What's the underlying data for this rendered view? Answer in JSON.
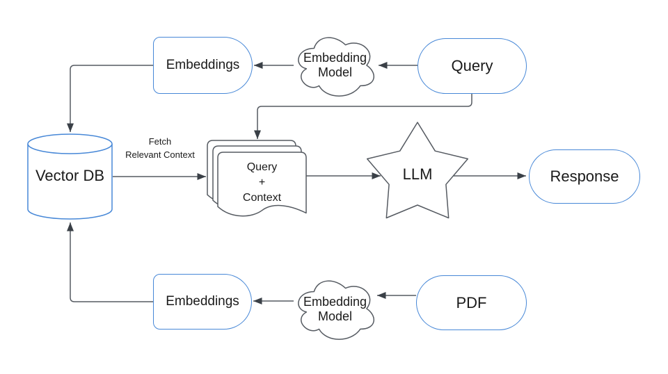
{
  "colors": {
    "node_stroke_blue": "#4687d7",
    "line_gray": "#555a61",
    "arrowhead": "#3a4047",
    "text": "#1a1a1a",
    "canvas_bg": "#ffffff"
  },
  "nodes": {
    "embeddings_top": {
      "label": "Embeddings"
    },
    "embedding_model_top": {
      "line1": "Embedding",
      "line2": "Model"
    },
    "query": {
      "label": "Query"
    },
    "vector_db": {
      "label": "Vector DB"
    },
    "query_context": {
      "line1": "Query",
      "line2": "+",
      "line3": "Context"
    },
    "llm": {
      "label": "LLM"
    },
    "response": {
      "label": "Response"
    },
    "embeddings_bottom": {
      "label": "Embeddings"
    },
    "embedding_model_bottom": {
      "line1": "Embedding",
      "line2": "Model"
    },
    "pdf": {
      "label": "PDF"
    }
  },
  "edge_labels": {
    "fetch": {
      "line1": "Fetch",
      "line2": "Relevant Context"
    }
  }
}
